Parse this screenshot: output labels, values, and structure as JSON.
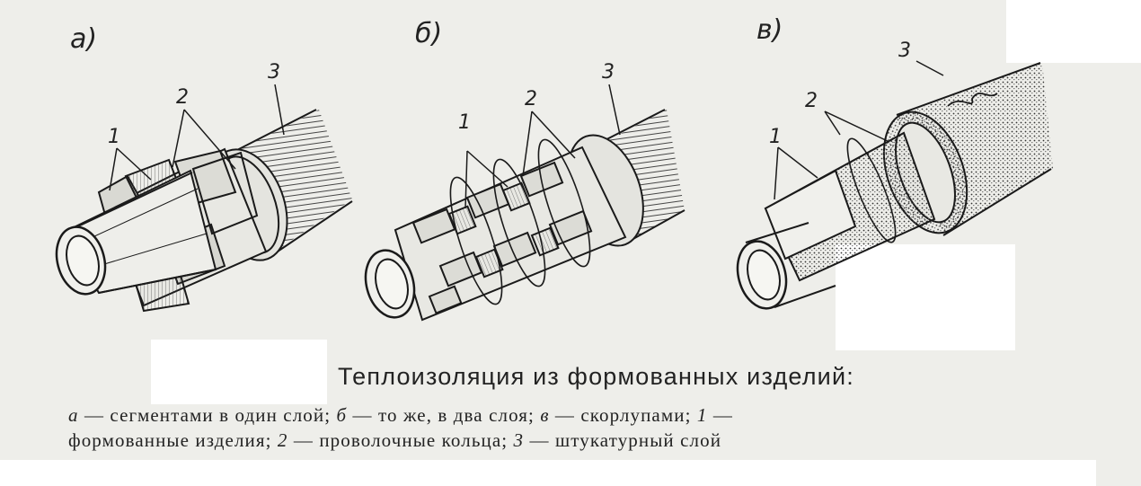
{
  "panels": {
    "a": {
      "label": "а)",
      "num1": "1",
      "num2": "2",
      "num3": "3"
    },
    "b": {
      "label": "б)",
      "num1": "1",
      "num2": "2",
      "num3": "3"
    },
    "v": {
      "label": "в)",
      "num1": "1",
      "num2": "2",
      "num3": "3"
    }
  },
  "caption": {
    "title": "Теплоизоляция из формованных изделий:",
    "line1": {
      "a_key": "а",
      "a_text": " — сегментами в один слой; ",
      "b_key": "б",
      "b_text": " — то же, в два слоя; ",
      "v_key": "в",
      "v_text": " — скорлупами; ",
      "n1_key": "1",
      "n1_text": " —"
    },
    "line2": {
      "n1_text": "формованные изделия;  ",
      "n2_key": "2",
      "n2_text": " — проволочные кольца;  ",
      "n3_key": "3",
      "n3_text": " — штукатурный слой"
    }
  },
  "colors": {
    "ink": "#1a1a1a",
    "paper": "#eeeeea",
    "patch": "#ffffff"
  }
}
